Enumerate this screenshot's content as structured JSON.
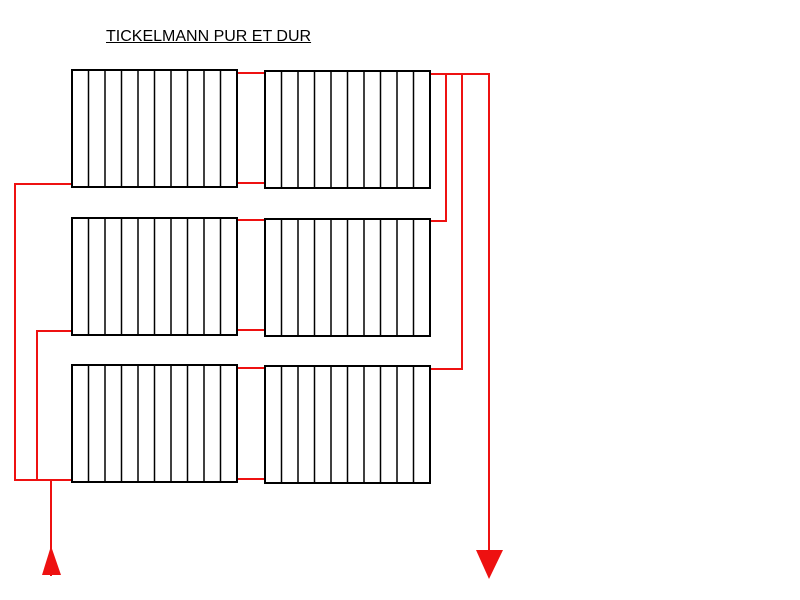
{
  "diagram": {
    "title": "TICKELMANN PUR ET DUR",
    "pipe_color": "#ee1111",
    "radiator_stroke": "#000000",
    "radiator_fill": "#ffffff",
    "radiators": [
      {
        "name": "radiator-top-left",
        "sections": 10
      },
      {
        "name": "radiator-top-right",
        "sections": 10
      },
      {
        "name": "radiator-middle-left",
        "sections": 10
      },
      {
        "name": "radiator-middle-right",
        "sections": 10
      },
      {
        "name": "radiator-bottom-left",
        "sections": 10
      },
      {
        "name": "radiator-bottom-right",
        "sections": 10
      }
    ],
    "supply_arrow_direction": "up",
    "return_arrow_direction": "down"
  }
}
